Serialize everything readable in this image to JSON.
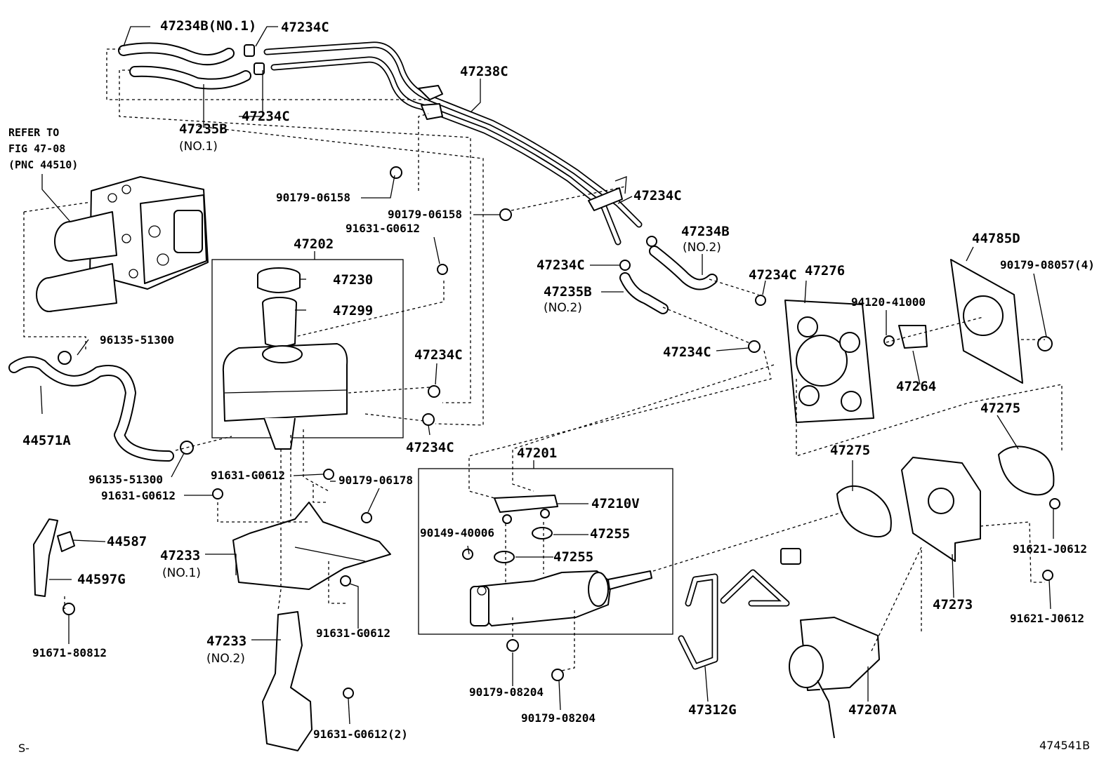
{
  "diagram": {
    "corner_left": "S-",
    "corner_right": "474541B",
    "refer_note": [
      "REFER TO",
      "FIG 47-08",
      "(PNC 44510)"
    ],
    "labels": {
      "p47234B_no1": "47234B(NO.1)",
      "p47234C_top1": "47234C",
      "p47234C_top2": "47234C",
      "p47235B_no1": "47235B",
      "no1_a": "(NO.1)",
      "p47238C": "47238C",
      "p90179_06158_a": "90179-06158",
      "p90179_06158_b": "90179-06158",
      "p91631_G0612_a": "91631-G0612",
      "p47234C_mid": "47234C",
      "p47234B_no2": "47234B",
      "no2_a": "(NO.2)",
      "p47234C_left": "47234C",
      "p47235B_no2": "47235B",
      "no2_b": "(NO.2)",
      "p47234C_r1": "47234C",
      "p47276": "47276",
      "p44785D": "44785D",
      "p90179_08057": "90179-08057(4)",
      "p94120_41000": "94120-41000",
      "p47234C_r2": "47234C",
      "p47264": "47264",
      "p47202": "47202",
      "p47230": "47230",
      "p47299": "47299",
      "p96135_51300_a": "96135-51300",
      "p44571A": "44571A",
      "p47234C_res1": "47234C",
      "p47234C_res2": "47234C",
      "p96135_51300_b": "96135-51300",
      "p91631_G0612_b": "91631-G0612",
      "p90179_06178": "90179-06178",
      "p91631_G0612_c": "91631-G0612",
      "p47201": "47201",
      "p47275_a": "47275",
      "p47275_b": "47275",
      "p47210V": "47210V",
      "p90149_40006": "90149-40006",
      "p47255_a": "47255",
      "p47255_b": "47255",
      "p44587": "44587",
      "p44597G": "44597G",
      "p47233_no1": "47233",
      "no1_b": "(NO.1)",
      "p91621_J0612_a": "91621-J0612",
      "p91621_J0612_b": "91621-J0612",
      "p47273": "47273",
      "p91631_G0612_d": "91631-G0612",
      "p91671_80812": "91671-80812",
      "p47233_no2": "47233",
      "no2_c": "(NO.2)",
      "p90179_08204_a": "90179-08204",
      "p90179_08204_b": "90179-08204",
      "p47312G": "47312G",
      "p47207A": "47207A",
      "p91631_G0612_2": "91631-G0612(2)"
    }
  }
}
